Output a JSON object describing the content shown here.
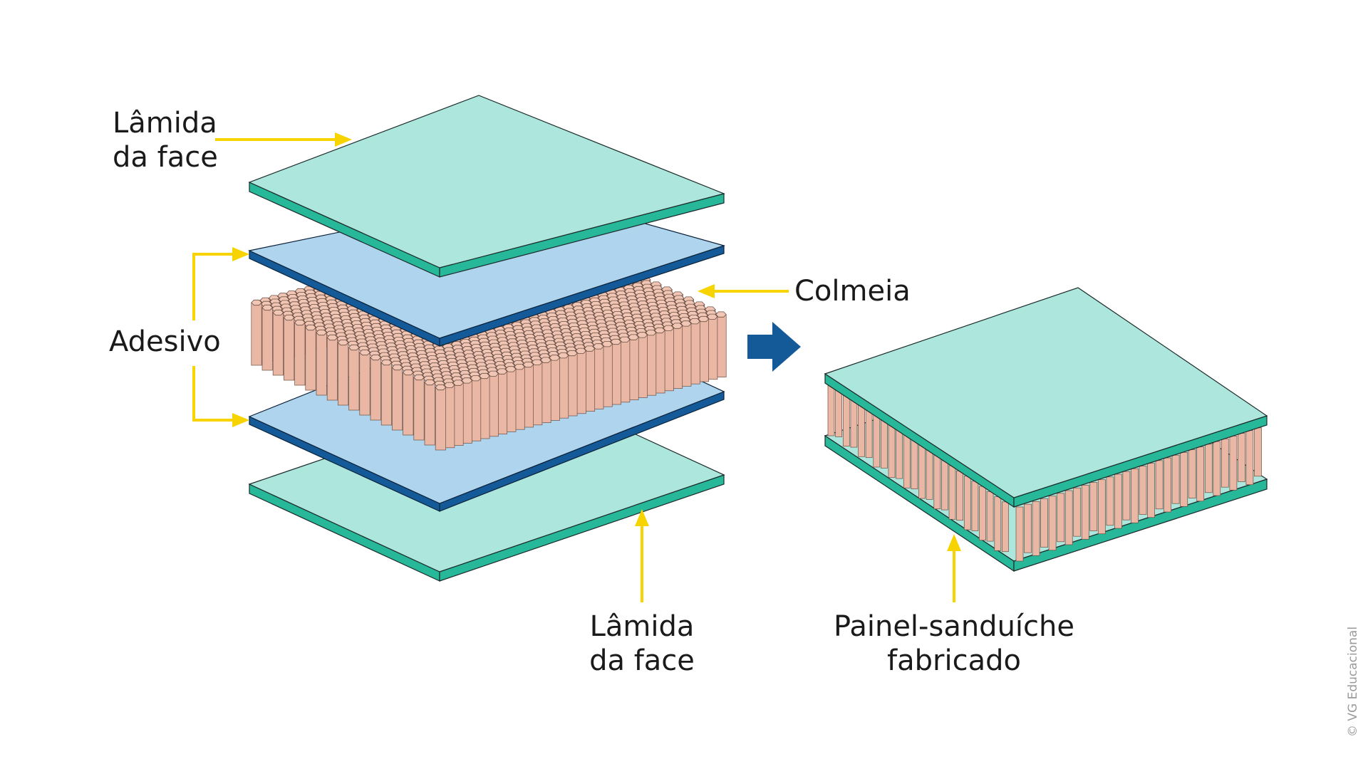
{
  "labels": {
    "top_face_line1": "Lâmida",
    "top_face_line2": "da face",
    "adhesive": "Adesivo",
    "honeycomb": "Colmeia",
    "bottom_face_line1": "Lâmida",
    "bottom_face_line2": "da face",
    "panel_line1": "Painel-sanduíche",
    "panel_line2": "fabricado"
  },
  "credit": "© VG Educacional",
  "colors": {
    "face_top": "#ade6dc",
    "face_side": "#27b799",
    "adhesive_top": "#afd4ee",
    "adhesive_side": "#145a99",
    "cell_top": "#f2c6b4",
    "cell_side": "#e9b7a3",
    "cell_stroke": "#6b5046",
    "pointer": "#f7d300",
    "process_arrow": "#145a99"
  }
}
